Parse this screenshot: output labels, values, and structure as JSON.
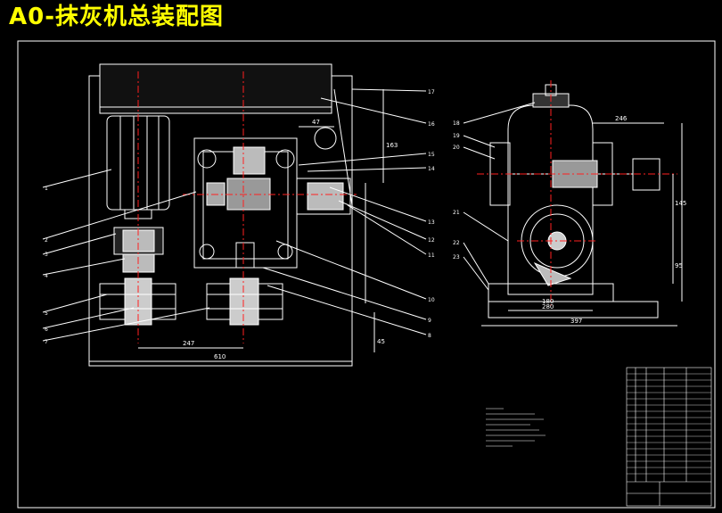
{
  "title": "A0-抹灰机总装配图",
  "colors": {
    "background": "#000000",
    "title": "#ffff00",
    "line": "#ffffff",
    "center_line": "#ff2020",
    "section_fill": "#d0d0d0"
  },
  "left_view": {
    "part_numbers": [
      "1",
      "2",
      "3",
      "4",
      "5",
      "6",
      "7",
      "8",
      "9",
      "10",
      "11",
      "12",
      "13",
      "14",
      "15",
      "16",
      "17"
    ],
    "dimensions": {
      "width_overall": "610",
      "base_span": "247",
      "top_offset": "47",
      "height_a": "163",
      "side_a": "45"
    }
  },
  "right_view": {
    "part_numbers": [
      "18",
      "19",
      "20",
      "21",
      "22",
      "23"
    ],
    "dimensions": {
      "overall": "397",
      "base_a": "280",
      "base_b": "180",
      "top": "246",
      "height_a": "145",
      "height_b": "95"
    }
  }
}
